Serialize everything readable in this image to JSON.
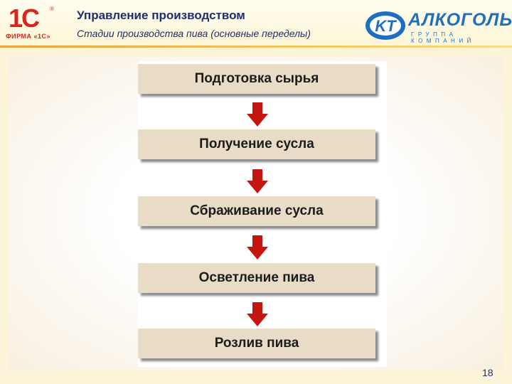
{
  "header": {
    "logo_1c_mark": "1С",
    "logo_1c_reg": "®",
    "logo_1c_firm": "ФИРМА «1С»",
    "title": "Управление производством",
    "subtitle": "Стадии производства пива (основные переделы)",
    "partner_logo_mark": "KT",
    "partner_name": "АЛКОГОЛЬ",
    "partner_group": "ГРУППА КОМПАНИЙ"
  },
  "flow": {
    "stages": [
      "Подготовка сырья",
      "Получение сусла",
      "Сбраживание сусла",
      "Осветление пива",
      "Розлив пива"
    ],
    "stage_color": "#e8dcc6",
    "arrow_color": "#c4160e"
  },
  "footer": {
    "page_number": "18"
  }
}
